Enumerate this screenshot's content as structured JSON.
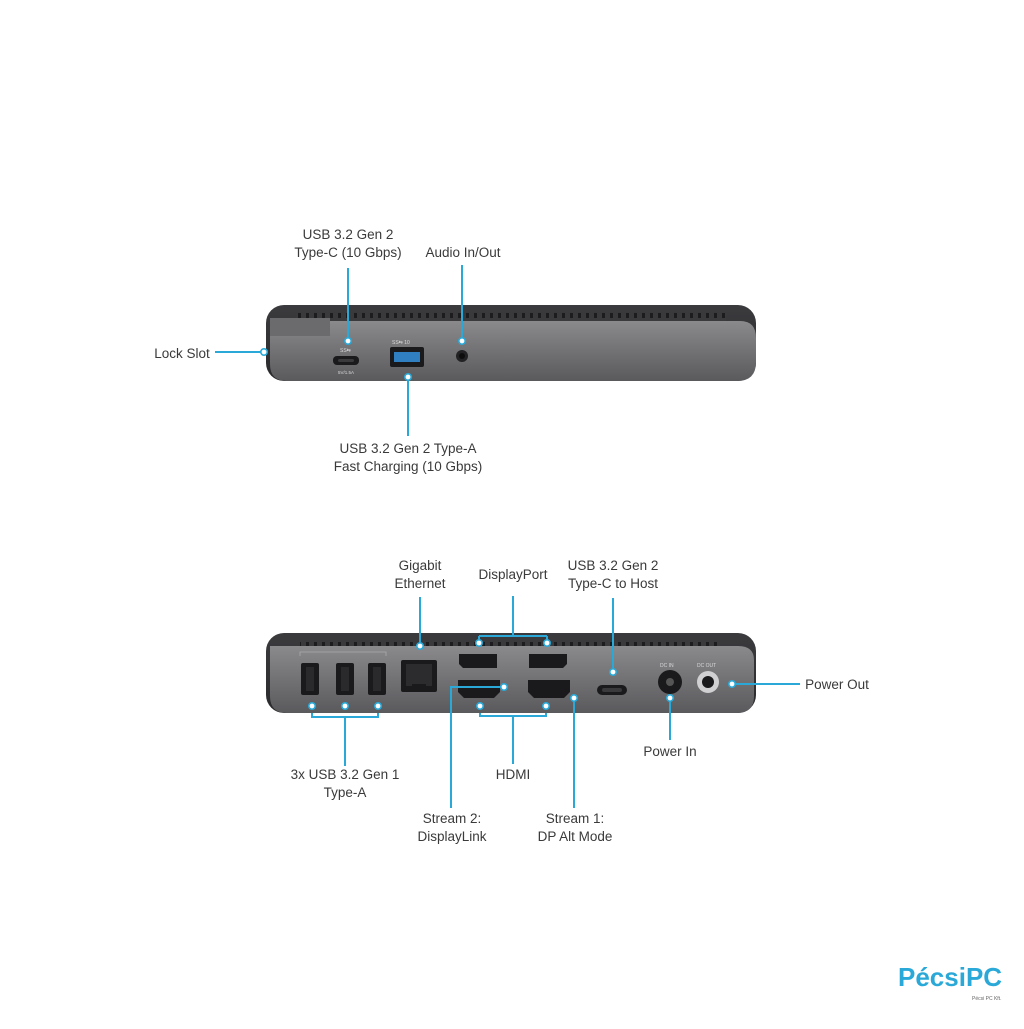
{
  "top_device": {
    "labels": {
      "usb_c": [
        "USB 3.2 Gen 2",
        "Type-C (10 Gbps)"
      ],
      "audio": [
        "Audio In/Out"
      ],
      "lock": [
        "Lock Slot"
      ],
      "usb_a": [
        "USB 3.2 Gen 2 Type-A",
        "Fast Charging (10 Gbps)"
      ]
    }
  },
  "bottom_device": {
    "labels": {
      "ethernet": [
        "Gigabit",
        "Ethernet"
      ],
      "displayport": [
        "DisplayPort"
      ],
      "usb_c_host": [
        "USB 3.2 Gen 2",
        "Type-C to Host"
      ],
      "power_out": [
        "Power Out"
      ],
      "power_in": [
        "Power In"
      ],
      "usb_a_3x": [
        "3x USB 3.2 Gen 1",
        "Type-A"
      ],
      "hdmi": [
        "HDMI"
      ],
      "stream2": [
        "Stream 2:",
        "DisplayLink"
      ],
      "stream1": [
        "Stream 1:",
        "DP Alt Mode"
      ]
    }
  },
  "accent_color": "#2aa9d8",
  "device_color": "#6b6b6e",
  "watermark": {
    "brand": "PécsiPC",
    "sub": "Pécsi PC Kft."
  }
}
